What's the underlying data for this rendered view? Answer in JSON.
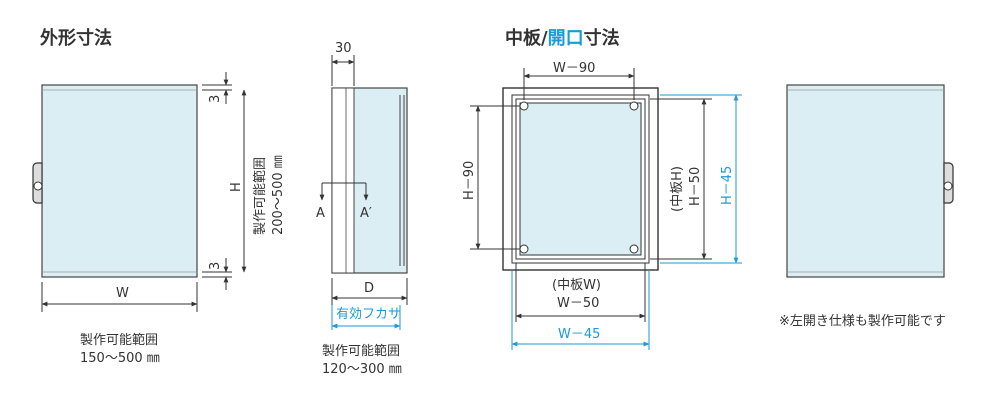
{
  "titles": {
    "outer": "外形寸法",
    "plate_open_prefix": "中板/",
    "plate_open_highlight": "開口",
    "plate_open_suffix": "寸法"
  },
  "front": {
    "dim_3_top": "3",
    "dim_h": "H",
    "dim_3_bottom": "3",
    "dim_w": "W",
    "range_h_title": "製作可能範囲",
    "range_h_value": "200～500 ㎜",
    "range_w_title": "製作可能範囲",
    "range_w_value": "150～500 ㎜"
  },
  "side": {
    "dim_30": "30",
    "label_a": "A",
    "label_a_prime": "A′",
    "dim_d": "D",
    "effective_depth": "有効フカサ",
    "range_title": "製作可能範囲",
    "range_value": "120～300 ㎜"
  },
  "plate": {
    "w_minus_90": "W－90",
    "h_minus_90": "H－90",
    "plate_h": "(中板H)",
    "h_minus_50": "H－50",
    "h_minus_45": "H－45",
    "plate_w": "(中板W)",
    "w_minus_50": "W－50",
    "w_minus_45": "W－45"
  },
  "note": "※左開き仕様も製作可能です",
  "colors": {
    "panel_fill": "#dbeef4",
    "accent": "#1a9ad6",
    "line": "#333333"
  }
}
